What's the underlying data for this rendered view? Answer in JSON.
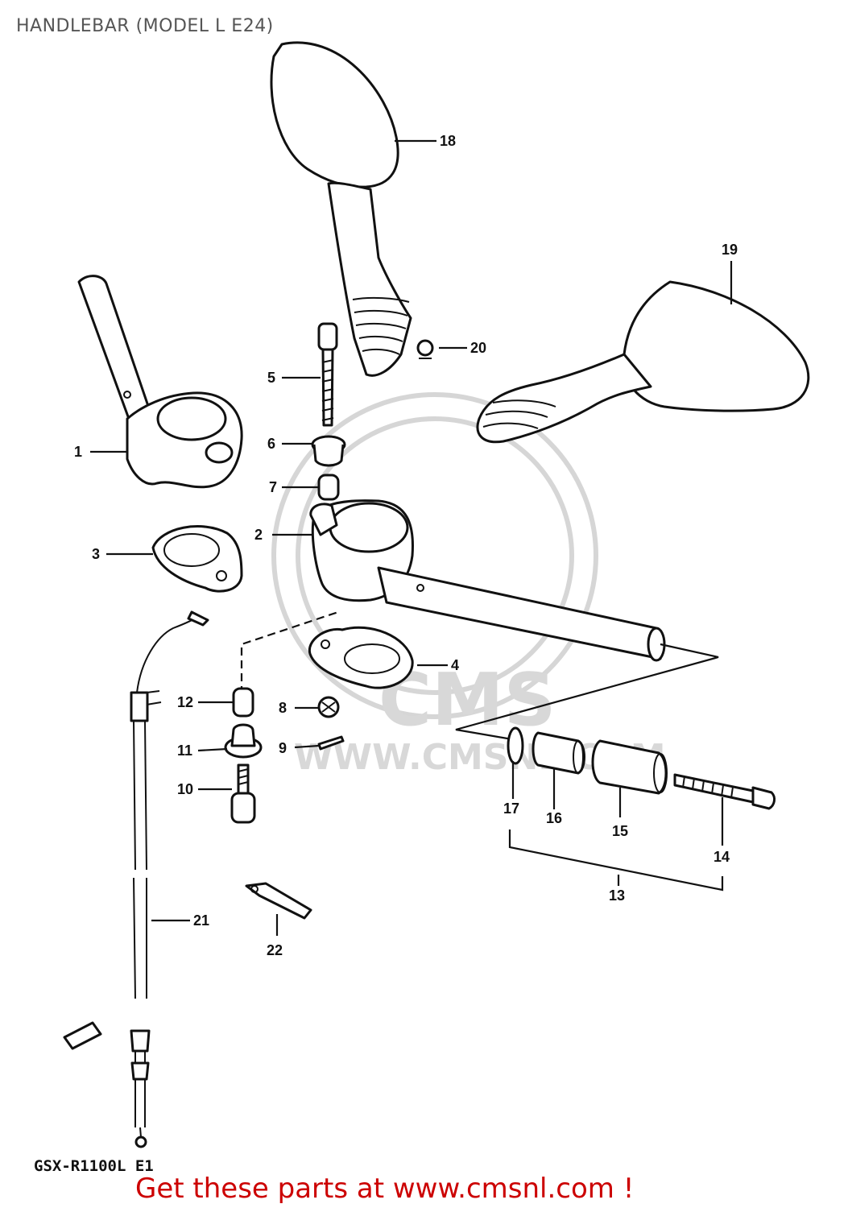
{
  "title": "HANDLEBAR (MODEL L E24)",
  "watermark": {
    "brand": "CMS",
    "url": "WWW.CMSNL.COM"
  },
  "footer": {
    "model_code": "GSX-R1100L E1",
    "call_to_action": "Get these parts at www.cmsnl.com !"
  },
  "colors": {
    "line": "#111111",
    "cta": "#cc0000",
    "title": "#555555",
    "watermark": "#d6d6d6"
  },
  "part_labels": [
    "1",
    "2",
    "3",
    "4",
    "5",
    "6",
    "7",
    "8",
    "9",
    "10",
    "11",
    "12",
    "13",
    "14",
    "15",
    "16",
    "17",
    "18",
    "19",
    "20",
    "21",
    "22"
  ]
}
